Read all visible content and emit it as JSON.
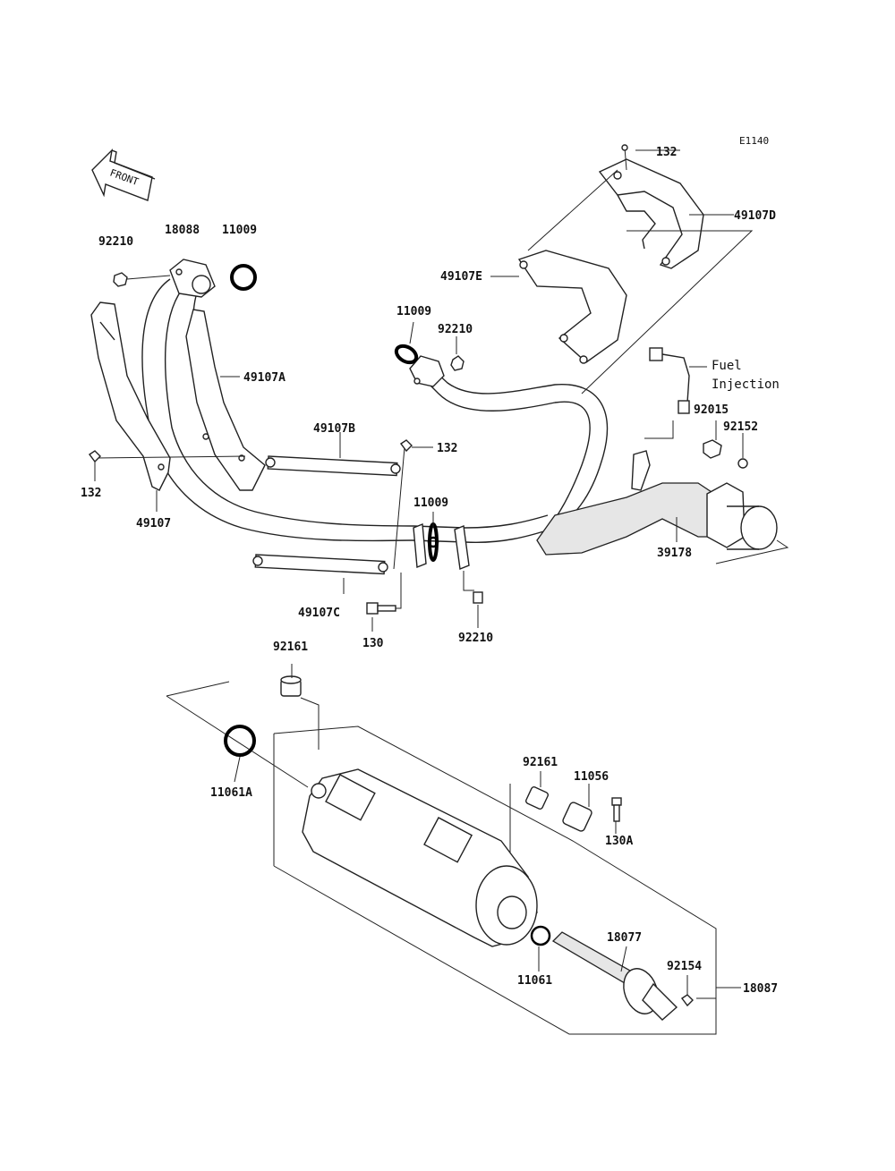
{
  "diagram": {
    "code": "E1140",
    "front_label": "FRONT",
    "fuel_injection": [
      "Fuel",
      "Injection"
    ],
    "labels": [
      {
        "id": "lbl-132-top",
        "text": "132"
      },
      {
        "id": "lbl-49107D",
        "text": "49107D"
      },
      {
        "id": "lbl-49107E",
        "text": "49107E"
      },
      {
        "id": "lbl-92210-a",
        "text": "92210"
      },
      {
        "id": "lbl-18088",
        "text": "18088"
      },
      {
        "id": "lbl-11009-a",
        "text": "11009"
      },
      {
        "id": "lbl-49107A",
        "text": "49107A"
      },
      {
        "id": "lbl-11009-b",
        "text": "11009"
      },
      {
        "id": "lbl-92210-b",
        "text": "92210"
      },
      {
        "id": "lbl-92015",
        "text": "92015"
      },
      {
        "id": "lbl-92152",
        "text": "92152"
      },
      {
        "id": "lbl-49107B",
        "text": "49107B"
      },
      {
        "id": "lbl-132-mid",
        "text": "132"
      },
      {
        "id": "lbl-132-left",
        "text": "132"
      },
      {
        "id": "lbl-49107",
        "text": "49107"
      },
      {
        "id": "lbl-11009-c",
        "text": "11009"
      },
      {
        "id": "lbl-39178",
        "text": "39178"
      },
      {
        "id": "lbl-49107C",
        "text": "49107C"
      },
      {
        "id": "lbl-130",
        "text": "130"
      },
      {
        "id": "lbl-92210-c",
        "text": "92210"
      },
      {
        "id": "lbl-92161-a",
        "text": "92161"
      },
      {
        "id": "lbl-11061A",
        "text": "11061A"
      },
      {
        "id": "lbl-92161-b",
        "text": "92161"
      },
      {
        "id": "lbl-11056",
        "text": "11056"
      },
      {
        "id": "lbl-130A",
        "text": "130A"
      },
      {
        "id": "lbl-18077",
        "text": "18077"
      },
      {
        "id": "lbl-92154",
        "text": "92154"
      },
      {
        "id": "lbl-11061",
        "text": "11061"
      },
      {
        "id": "lbl-18087",
        "text": "18087"
      }
    ]
  }
}
